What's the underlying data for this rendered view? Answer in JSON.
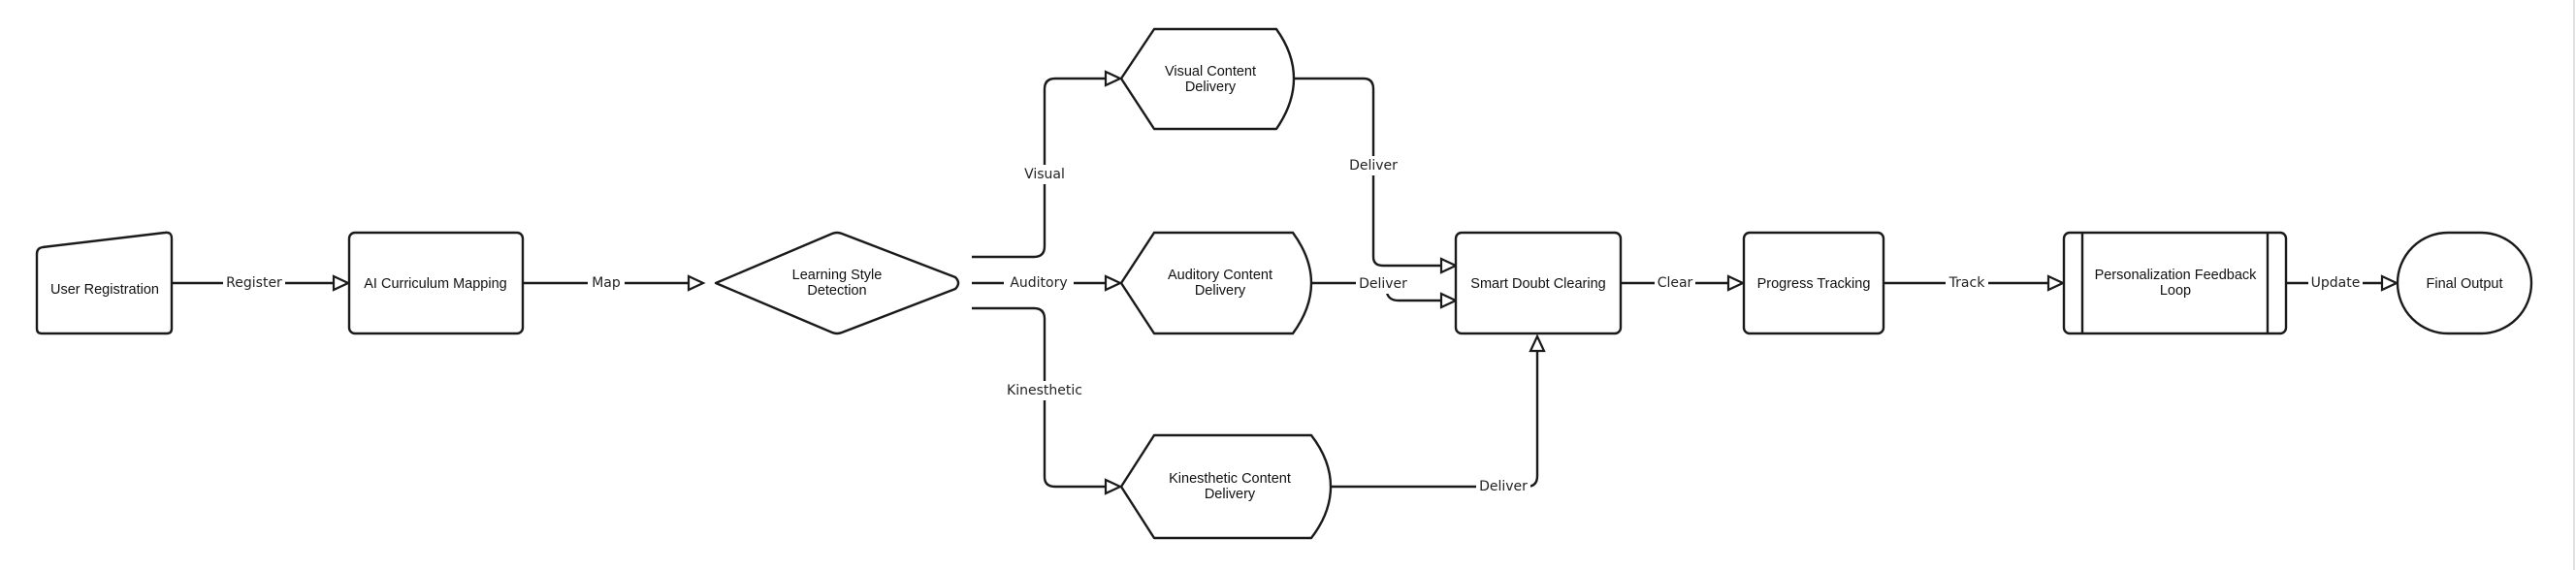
{
  "nodes": {
    "user_registration": "User Registration",
    "ai_curriculum_mapping": "AI Curriculum Mapping",
    "learning_style_detection": [
      "Learning Style",
      "Detection"
    ],
    "visual_content_delivery": [
      "Visual Content",
      "Delivery"
    ],
    "auditory_content_delivery": [
      "Auditory Content",
      "Delivery"
    ],
    "kinesthetic_content_delivery": [
      "Kinesthetic Content",
      "Delivery"
    ],
    "smart_doubt_clearing": "Smart Doubt Clearing",
    "progress_tracking": "Progress Tracking",
    "personalization_feedback_loop": [
      "Personalization Feedback",
      "Loop"
    ],
    "final_output": "Final Output"
  },
  "edges": {
    "register": "Register",
    "map": "Map",
    "visual": "Visual",
    "auditory": "Auditory",
    "kinesthetic": "Kinesthetic",
    "deliver_visual": "Deliver",
    "deliver_auditory": "Deliver",
    "deliver_kinesthetic": "Deliver",
    "clear": "Clear",
    "track": "Track",
    "update": "Update"
  }
}
